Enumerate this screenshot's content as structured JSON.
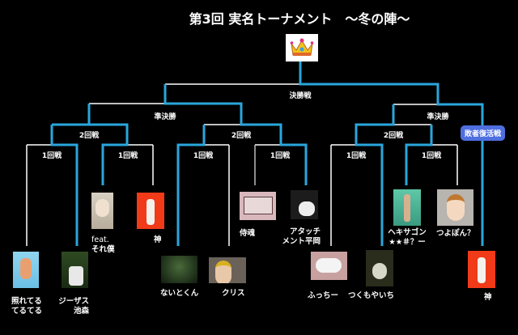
{
  "title": "第3回 実名トーナメント　～冬の陣～",
  "colors": {
    "winner_line": "#2aa6dc",
    "line": "#ffffff",
    "badge": "#4f6fe0",
    "background": "#000000"
  },
  "rounds": {
    "final": "決勝戦",
    "semi_left": "準決勝",
    "semi_right": "準決勝",
    "second_1": "2回戦",
    "second_2": "2回戦",
    "second_3": "2回戦",
    "first_1": "1回戦",
    "first_2": "1回戦",
    "first_3": "1回戦",
    "first_4": "1回戦",
    "first_5": "1回戦",
    "first_6": "1回戦",
    "repechage": "敗者復活戦"
  },
  "entrants": {
    "teruteru": [
      "照れてる",
      "てるてる"
    ],
    "jesus": [
      "ジーザス",
      "池森"
    ],
    "sorebok": [
      "feat.",
      "それ僕"
    ],
    "kami1": [
      "神"
    ],
    "naito": [
      "ないとくん"
    ],
    "chris": [
      "クリス"
    ],
    "samurai": [
      "侍魂"
    ],
    "attach": [
      "アタッチ",
      "メント平岡"
    ],
    "fucchi": [
      "ふっちー"
    ],
    "tsukumo": [
      "つくもやいち"
    ],
    "hexagon": [
      "ヘキサゴン",
      "★★＃？ー"
    ],
    "tsuyopon": [
      "つよぽん？"
    ],
    "kami2": [
      "神"
    ]
  },
  "icons": {
    "trophy": "crown-icon"
  }
}
